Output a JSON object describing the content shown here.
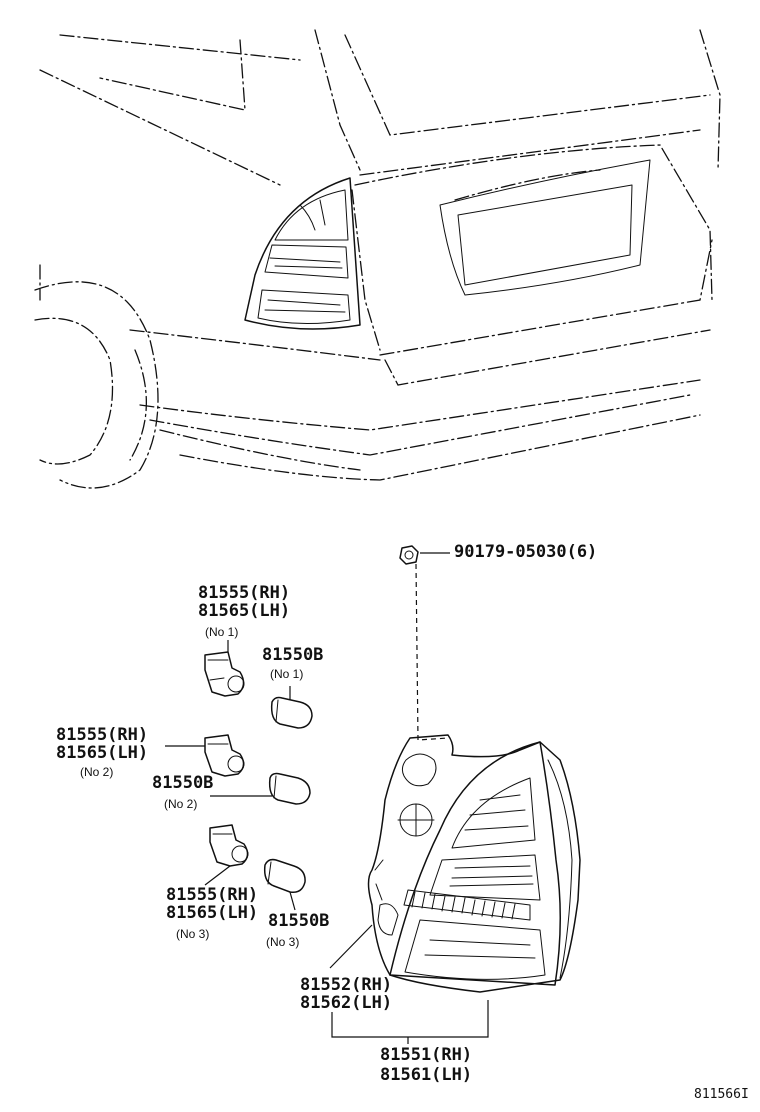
{
  "callouts": {
    "nut": {
      "part": "90179-05030(6)"
    },
    "socket_no1": {
      "rh": "81555(RH)",
      "lh": "81565(LH)",
      "note": "(No 1)"
    },
    "bulb_no1": {
      "part": "81550B",
      "note": "(No 1)"
    },
    "socket_no2": {
      "rh": "81555(RH)",
      "lh": "81565(LH)",
      "note": "(No 2)"
    },
    "bulb_no2": {
      "part": "81550B",
      "note": "(No 2)"
    },
    "socket_no3": {
      "rh": "81555(RH)",
      "lh": "81565(LH)",
      "note": "(No 3)"
    },
    "bulb_no3": {
      "part": "81550B",
      "note": "(No 3)"
    },
    "lens": {
      "rh": "81552(RH)",
      "lh": "81562(LH)"
    },
    "lamp_assy": {
      "rh": "81551(RH)",
      "lh": "81561(LH)"
    }
  },
  "diagram_code": "811566I"
}
